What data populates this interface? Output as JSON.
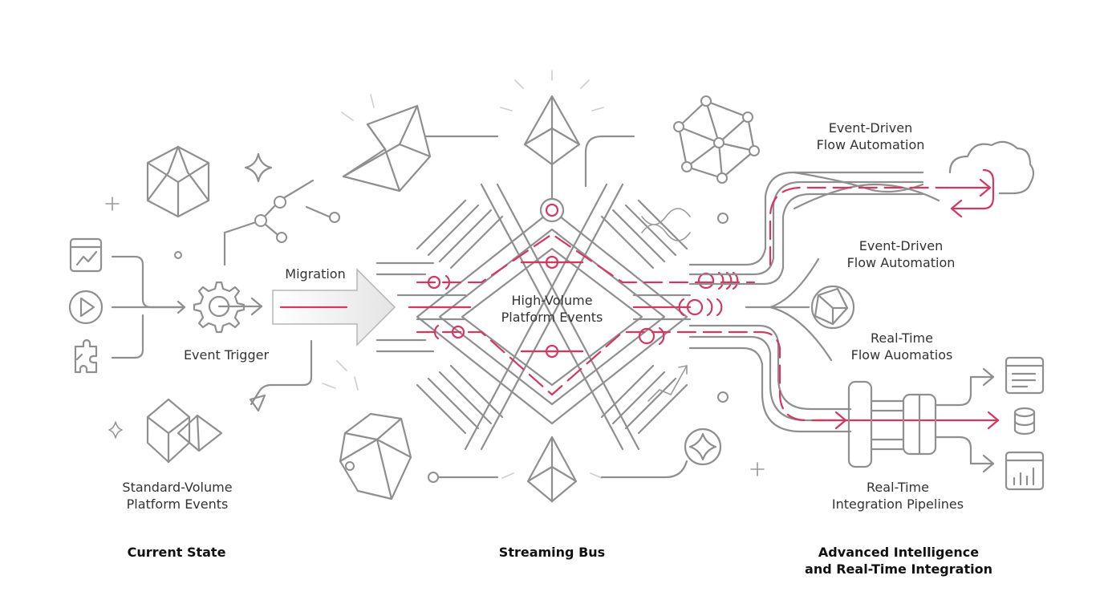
{
  "labels": {
    "event_driven_1": [
      "Event-Driven",
      "Flow Automation"
    ],
    "event_driven_2": [
      "Event-Driven",
      "Flow Automation"
    ],
    "real_time_flow": [
      "Real-Time",
      "Flow Auomatios"
    ],
    "real_time_integration": [
      "Real-Time",
      "Integration Pipelines"
    ],
    "migration": "Migration",
    "high_volume": [
      "High-Volume",
      "Platform Events"
    ],
    "event_trigger": "Event Trigger",
    "standard_volume": [
      "Standard-Volume",
      "Platform Events"
    ]
  },
  "sections": {
    "current_state": "Current State",
    "streaming_bus": "Streaming Bus",
    "advanced": [
      "Advanced Intelligence",
      "and Real-Time Integration"
    ]
  },
  "icons": {
    "inputs": [
      "dashboard-chart-icon",
      "play-icon",
      "puzzle-icon"
    ],
    "outputs": [
      "document-list-icon",
      "database-icon",
      "bar-chart-icon"
    ],
    "trigger": "gear-arrow-icon",
    "cloud": "cloud-icon"
  },
  "colors": {
    "accent": "#d3385f",
    "line": "#8f8f8f",
    "text": "#333333"
  }
}
